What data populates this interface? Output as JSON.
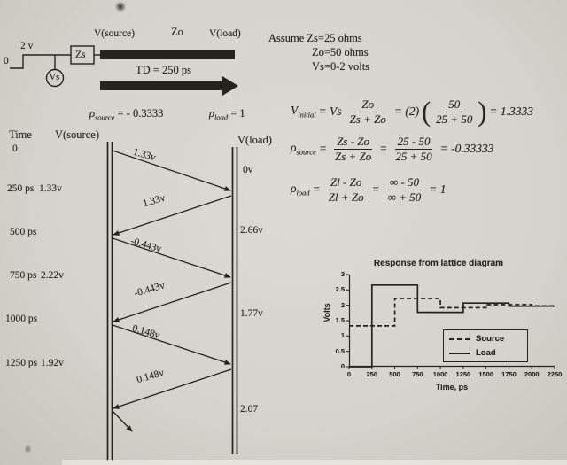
{
  "circuit": {
    "vsource_label": "V(source)",
    "zo_label": "Zo",
    "vload_label": "V(load)",
    "zs_label": "Zs",
    "vs_label": "Vs",
    "td_label": "TD = 250 ps",
    "step_high_label": "2 v",
    "step_low_label": "0"
  },
  "assumptions": {
    "line1": "Assume Zs=25 ohms",
    "line2": "Zo=50 ohms",
    "line3": "Vs=0-2 volts"
  },
  "eq_vinitial": {
    "lhs": "V",
    "lhs_sub": "initial",
    "eq1": "= Vs",
    "num1": "Zo",
    "den1": "Zs + Zo",
    "eq2": "= (2)",
    "num2": "50",
    "den2": "25 + 50",
    "result": "= 1.3333"
  },
  "eq_rho_source": {
    "lhs": "ρ",
    "lhs_sub": "source",
    "eq1": "=",
    "num1": "Zs - Zo",
    "den1": "Zs + Zo",
    "eq2": "=",
    "num2": "25 - 50",
    "den2": "25 + 50",
    "result": "= -0.33333"
  },
  "eq_rho_load": {
    "lhs": "ρ",
    "lhs_sub": "load",
    "eq1": "=",
    "num1": "Zl - Zo",
    "den1": "Zl + Zo",
    "eq2": "=",
    "num2": "∞ - 50",
    "den2": "∞ + 50",
    "result": "= 1"
  },
  "lattice": {
    "rho_source_sym": "ρ",
    "rho_source_sub": "source",
    "rho_source_val": "= - 0.3333",
    "rho_load_sym": "ρ",
    "rho_load_sub": "load",
    "rho_load_val": "= 1",
    "time_header": "Time",
    "vsource_header": "V(source)",
    "vload_header": "V(load)",
    "time_labels": [
      "0",
      "250 ps",
      "500 ps",
      "750 ps",
      "1000 ps",
      "1250 ps"
    ],
    "source_values": [
      "1.33v",
      "2.22v",
      "1.92v"
    ],
    "load_values": [
      "0v",
      "2.66v",
      "1.77v",
      "2.07"
    ],
    "wave_labels": [
      "1.33v",
      "1.33v",
      "-0.443v",
      "-0.443v",
      "0.148v",
      "0.148v"
    ]
  },
  "chart_data": {
    "type": "line",
    "title": "Response from lattice diagram",
    "xlabel": "Time, ps",
    "ylabel": "Volts",
    "xlim": [
      0,
      2250
    ],
    "ylim": [
      0,
      3
    ],
    "xticks": [
      0,
      250,
      500,
      750,
      1000,
      1250,
      1500,
      1750,
      2000,
      2250
    ],
    "yticks": [
      0,
      0.5,
      1,
      1.5,
      2,
      2.5,
      3
    ],
    "grid": false,
    "legend_position": "right-center",
    "series": [
      {
        "name": "Source",
        "style": "dashed",
        "points": [
          [
            0,
            1.33
          ],
          [
            500,
            1.33
          ],
          [
            500,
            2.22
          ],
          [
            1000,
            2.22
          ],
          [
            1000,
            1.92
          ],
          [
            1500,
            1.92
          ],
          [
            1500,
            2.02
          ],
          [
            2000,
            2.02
          ],
          [
            2000,
            1.98
          ],
          [
            2250,
            1.98
          ]
        ]
      },
      {
        "name": "Load",
        "style": "solid",
        "points": [
          [
            0,
            0
          ],
          [
            250,
            0
          ],
          [
            250,
            2.66
          ],
          [
            750,
            2.66
          ],
          [
            750,
            1.77
          ],
          [
            1250,
            1.77
          ],
          [
            1250,
            2.07
          ],
          [
            1750,
            2.07
          ],
          [
            1750,
            1.97
          ],
          [
            2250,
            1.97
          ]
        ]
      }
    ]
  }
}
